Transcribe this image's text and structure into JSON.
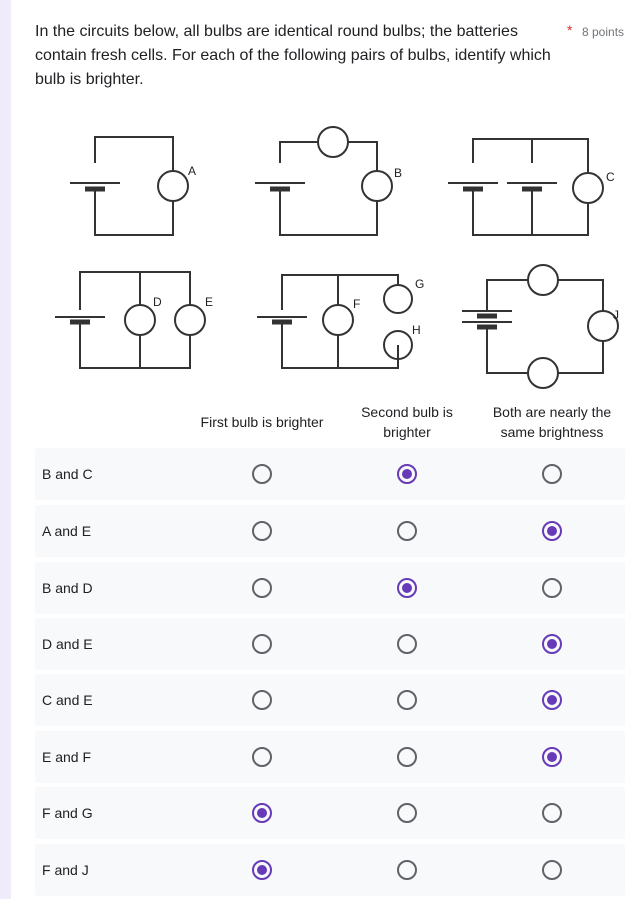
{
  "question": {
    "text": "In the circuits below, all bulbs are identical round bulbs; the batteries contain fresh cells.  For each of the following pairs of bulbs, identify which bulb is brighter.",
    "required_marker": "*",
    "points": "8 points"
  },
  "figure": {
    "bulb_labels": [
      "A",
      "B",
      "C",
      "D",
      "E",
      "F",
      "G",
      "H",
      "J"
    ]
  },
  "grid": {
    "columns": [
      "First bulb is brighter",
      "Second bulb is brighter",
      "Both are nearly the same brightness"
    ],
    "rows": [
      {
        "label": "B and C",
        "selected": 1
      },
      {
        "label": "A and E",
        "selected": 2
      },
      {
        "label": "B and D",
        "selected": 1
      },
      {
        "label": "D and E",
        "selected": 2
      },
      {
        "label": "C and E",
        "selected": 2
      },
      {
        "label": "E and F",
        "selected": 2
      },
      {
        "label": "F and G",
        "selected": 0
      },
      {
        "label": "F and J",
        "selected": 0
      }
    ]
  },
  "colors": {
    "accent": "#673ab7",
    "required": "#d93025",
    "row_bg": "#f8f9fa"
  }
}
